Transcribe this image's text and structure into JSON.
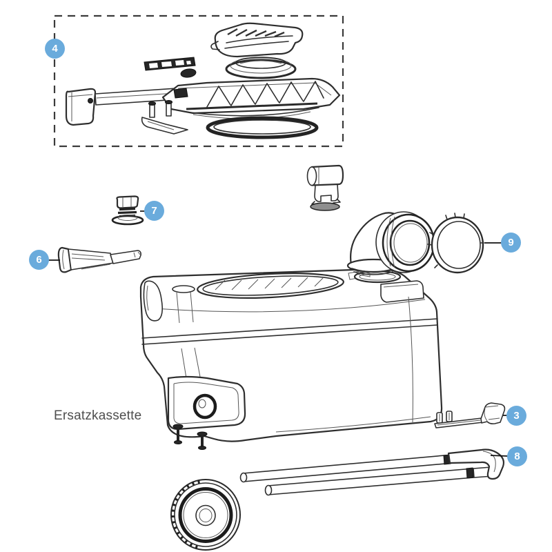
{
  "diagram": {
    "label": "Ersatzkassette",
    "callouts": {
      "c3": {
        "number": "3"
      },
      "c4": {
        "number": "4"
      },
      "c6": {
        "number": "6"
      },
      "c7": {
        "number": "7"
      },
      "c8": {
        "number": "8"
      },
      "c9": {
        "number": "9"
      }
    }
  },
  "colors": {
    "badge": "#6aabdc",
    "badge_text": "#ffffff",
    "line_art": "#2e2e2e",
    "label_text": "#4e4e4e",
    "background": "#ffffff"
  }
}
